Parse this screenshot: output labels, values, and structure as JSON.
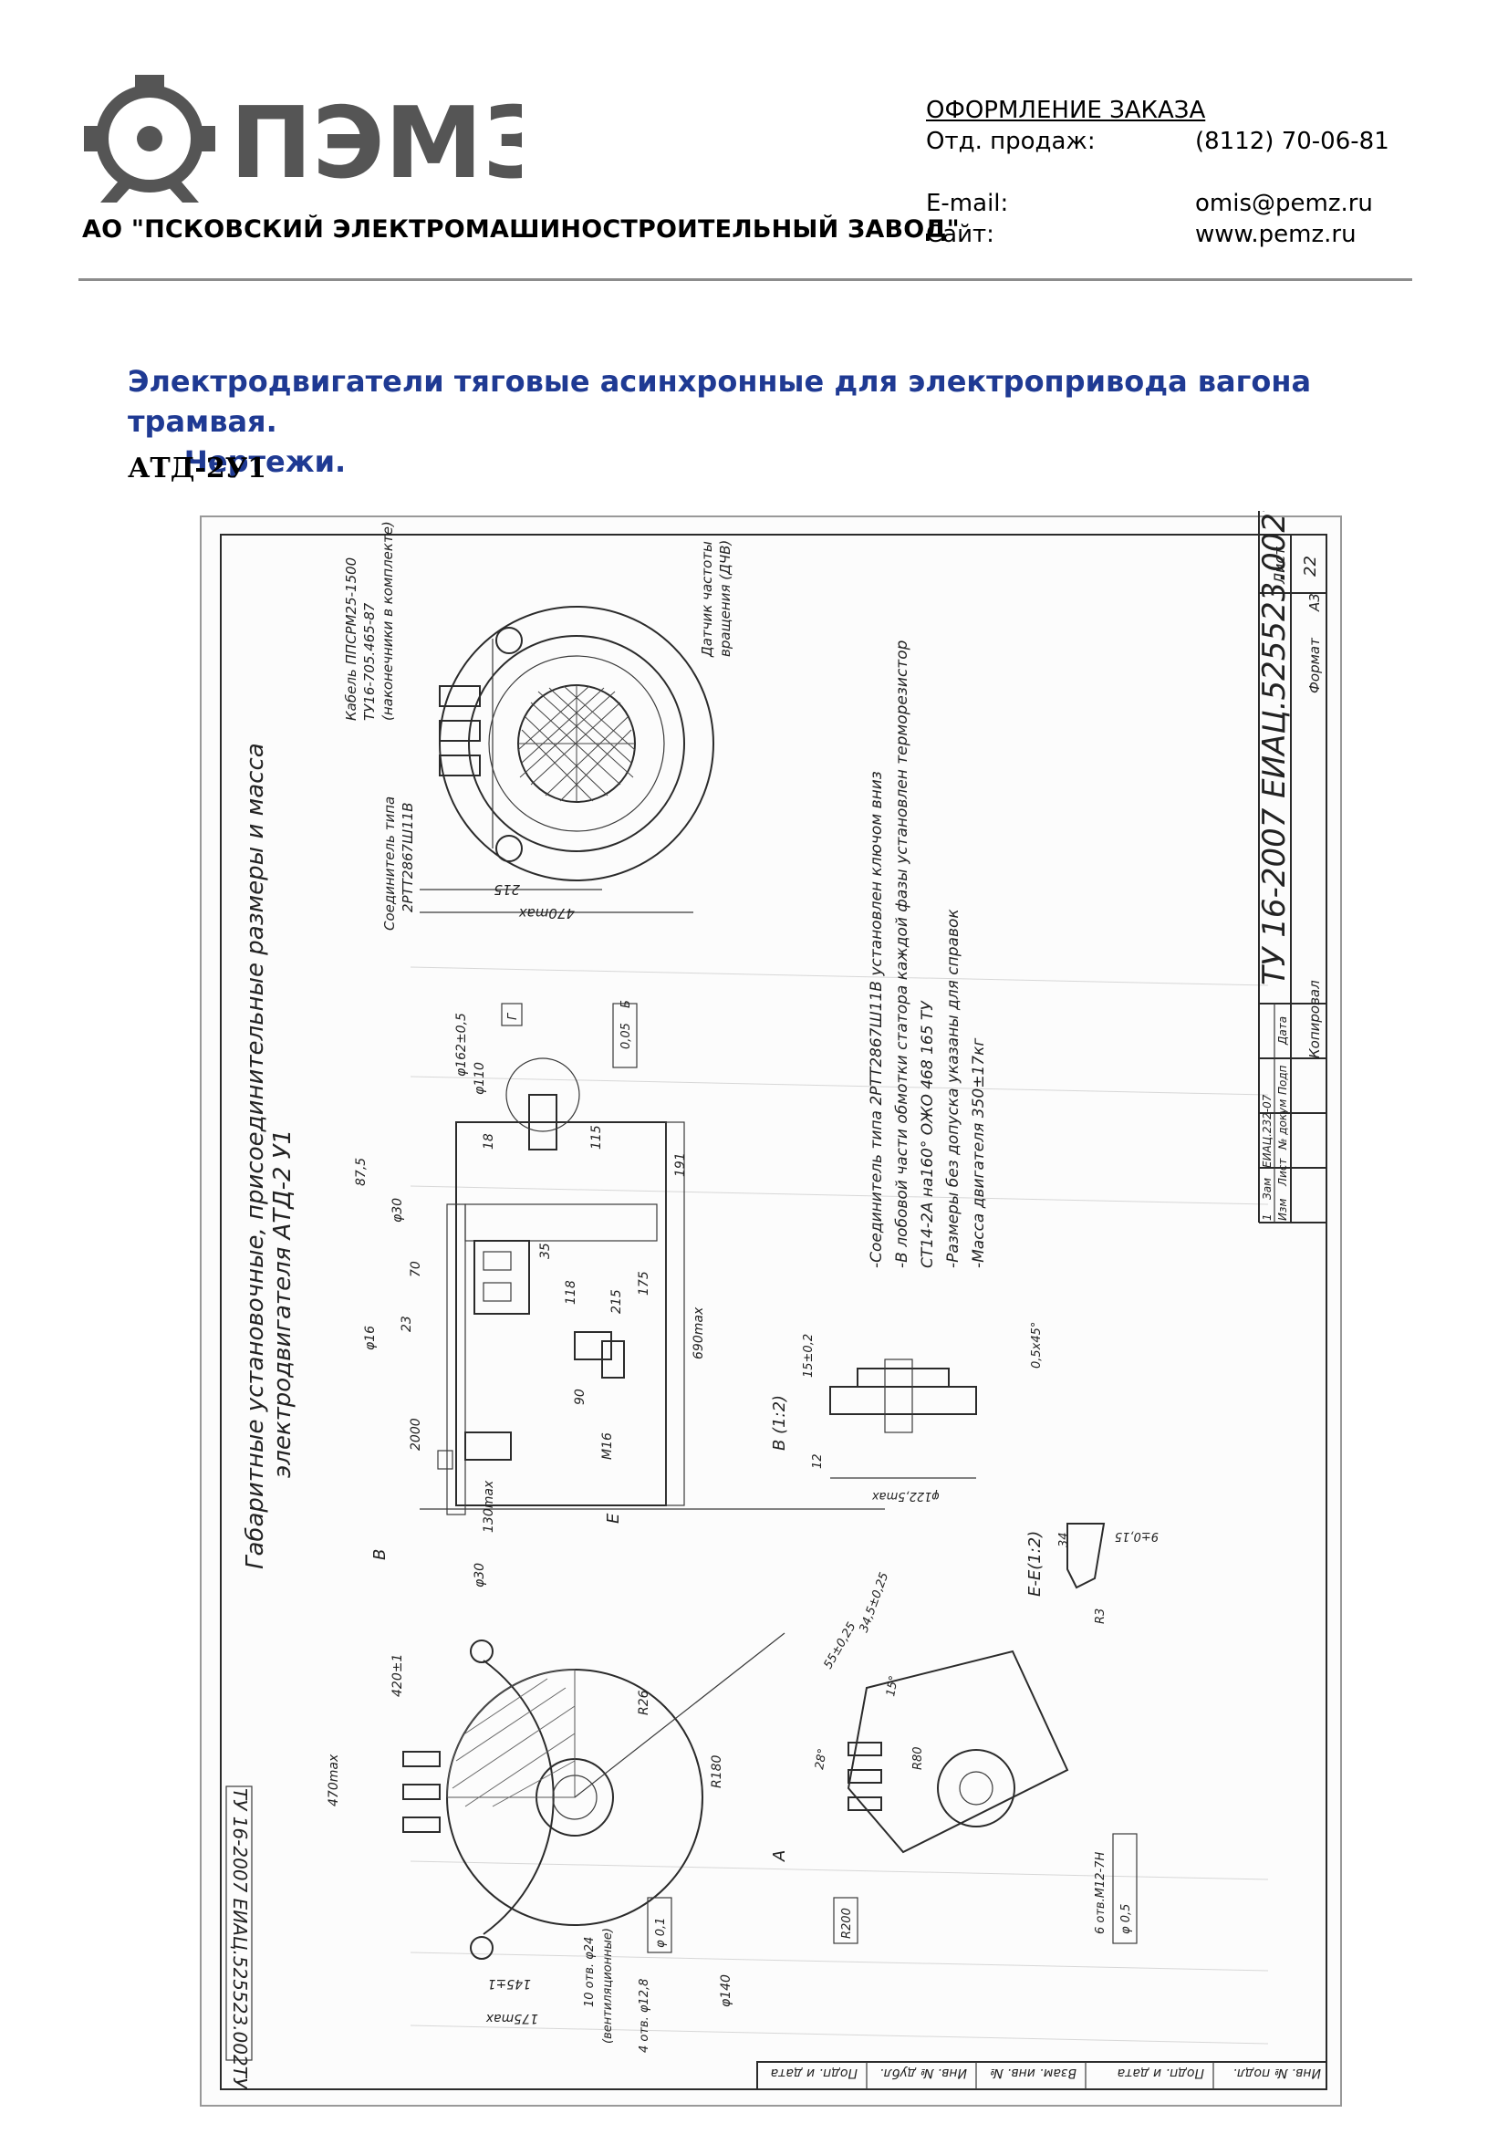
{
  "header": {
    "logo_text": "ПЭМЗ",
    "company_name": "АО \"ПСКОВСКИЙ ЭЛЕКТРОМАШИНОСТРОИТЕЛЬНЫЙ ЗАВОД\"",
    "order_title": "ОФОРМЛЕНИЕ ЗАКАЗА",
    "sales_label": "Отд. продаж:",
    "sales_phone": "(8112) 70-06-81",
    "email_label": "E-mail:",
    "email_value": "omis@pemz.ru",
    "site_label": "Сайт:",
    "site_value": "www.pemz.ru"
  },
  "title_line1": "Электродвигатели тяговые асинхронные для электропривода вагона трамвая.",
  "title_line2": "Чертежи.",
  "model": "АТД-2У1",
  "drawing": {
    "main_title": "Габаритные установочные, присоединительные размеры и масса",
    "main_subtitle": "электродвигателя АТД-2 У1",
    "doc_code": "ТУ 16-2007 ЕИАЦ.525523.002ТУ",
    "doc_code_small": "ТУ 16-2007 ЕИАЦ.525523.002ТУ",
    "sheet_label": "Лист",
    "sheet_number": "22",
    "format_label": "Формат",
    "format_value": "А3",
    "copied_label": "Копировал",
    "notes": [
      "-Соединитель типа 2РТТ2867Ш11В установлен ключом вниз",
      "-В лобовой части обмотки статора каждой фазы установлен терморезистор",
      "СТ14-2А на160° ОЖО 468 165 ТУ",
      "-Размеры без допуска указаны для справок",
      "-Масса двигателя 350±17кг"
    ],
    "label_cable": "Кабель ППСРМ25-1500",
    "label_cable2": "ТУ16-705.465-87",
    "label_cable3": "(наконечники в комплекте)",
    "label_sensor": "Датчик частоты",
    "label_sensor2": "вращения (ДЧВ)",
    "label_connector": "Соединитель типа",
    "label_connector2": "2РТТ2867Ш11В",
    "dims": [
      "215",
      "470max",
      "690max",
      "191",
      "175",
      "215",
      "118",
      "35",
      "130max",
      "2000",
      "87,5",
      "70",
      "23",
      "φ16",
      "φ30",
      "φ110",
      "φ162±0,5",
      "0,05",
      "Б",
      "Г",
      "18",
      "115",
      "12",
      "15±0,2",
      "φ122,5max",
      "0,5x45°",
      "В (1:2)",
      "Е-Е(1:2)",
      "34",
      "R3",
      "9±0,15",
      "М16",
      "90"
    ],
    "dims_front": [
      "470max",
      "420±1",
      "145±1",
      "175max",
      "R26",
      "R180",
      "φ140",
      "φ30",
      "10 отв. φ24",
      "(вентиляционные)",
      "4 отв. φ12,8",
      "Е",
      "В",
      "А",
      "R200",
      "6 отв.М12-7Н",
      "φ 0,5",
      "55±0,25",
      "34,5±0,25",
      "15°",
      "28°",
      "R80",
      "φ 0,1"
    ],
    "stamp_row": [
      "Изм",
      "Лист",
      "№ докум",
      "Подп",
      "Дата"
    ],
    "stamp_row1": [
      "1",
      "Зам",
      "ЕИАЦ.232-07"
    ],
    "bottom_strip": [
      "Подп. и дата",
      "Инв. № дубл.",
      "Взам. инв. №",
      "Подп. и дата",
      "Инв. № подл."
    ]
  }
}
